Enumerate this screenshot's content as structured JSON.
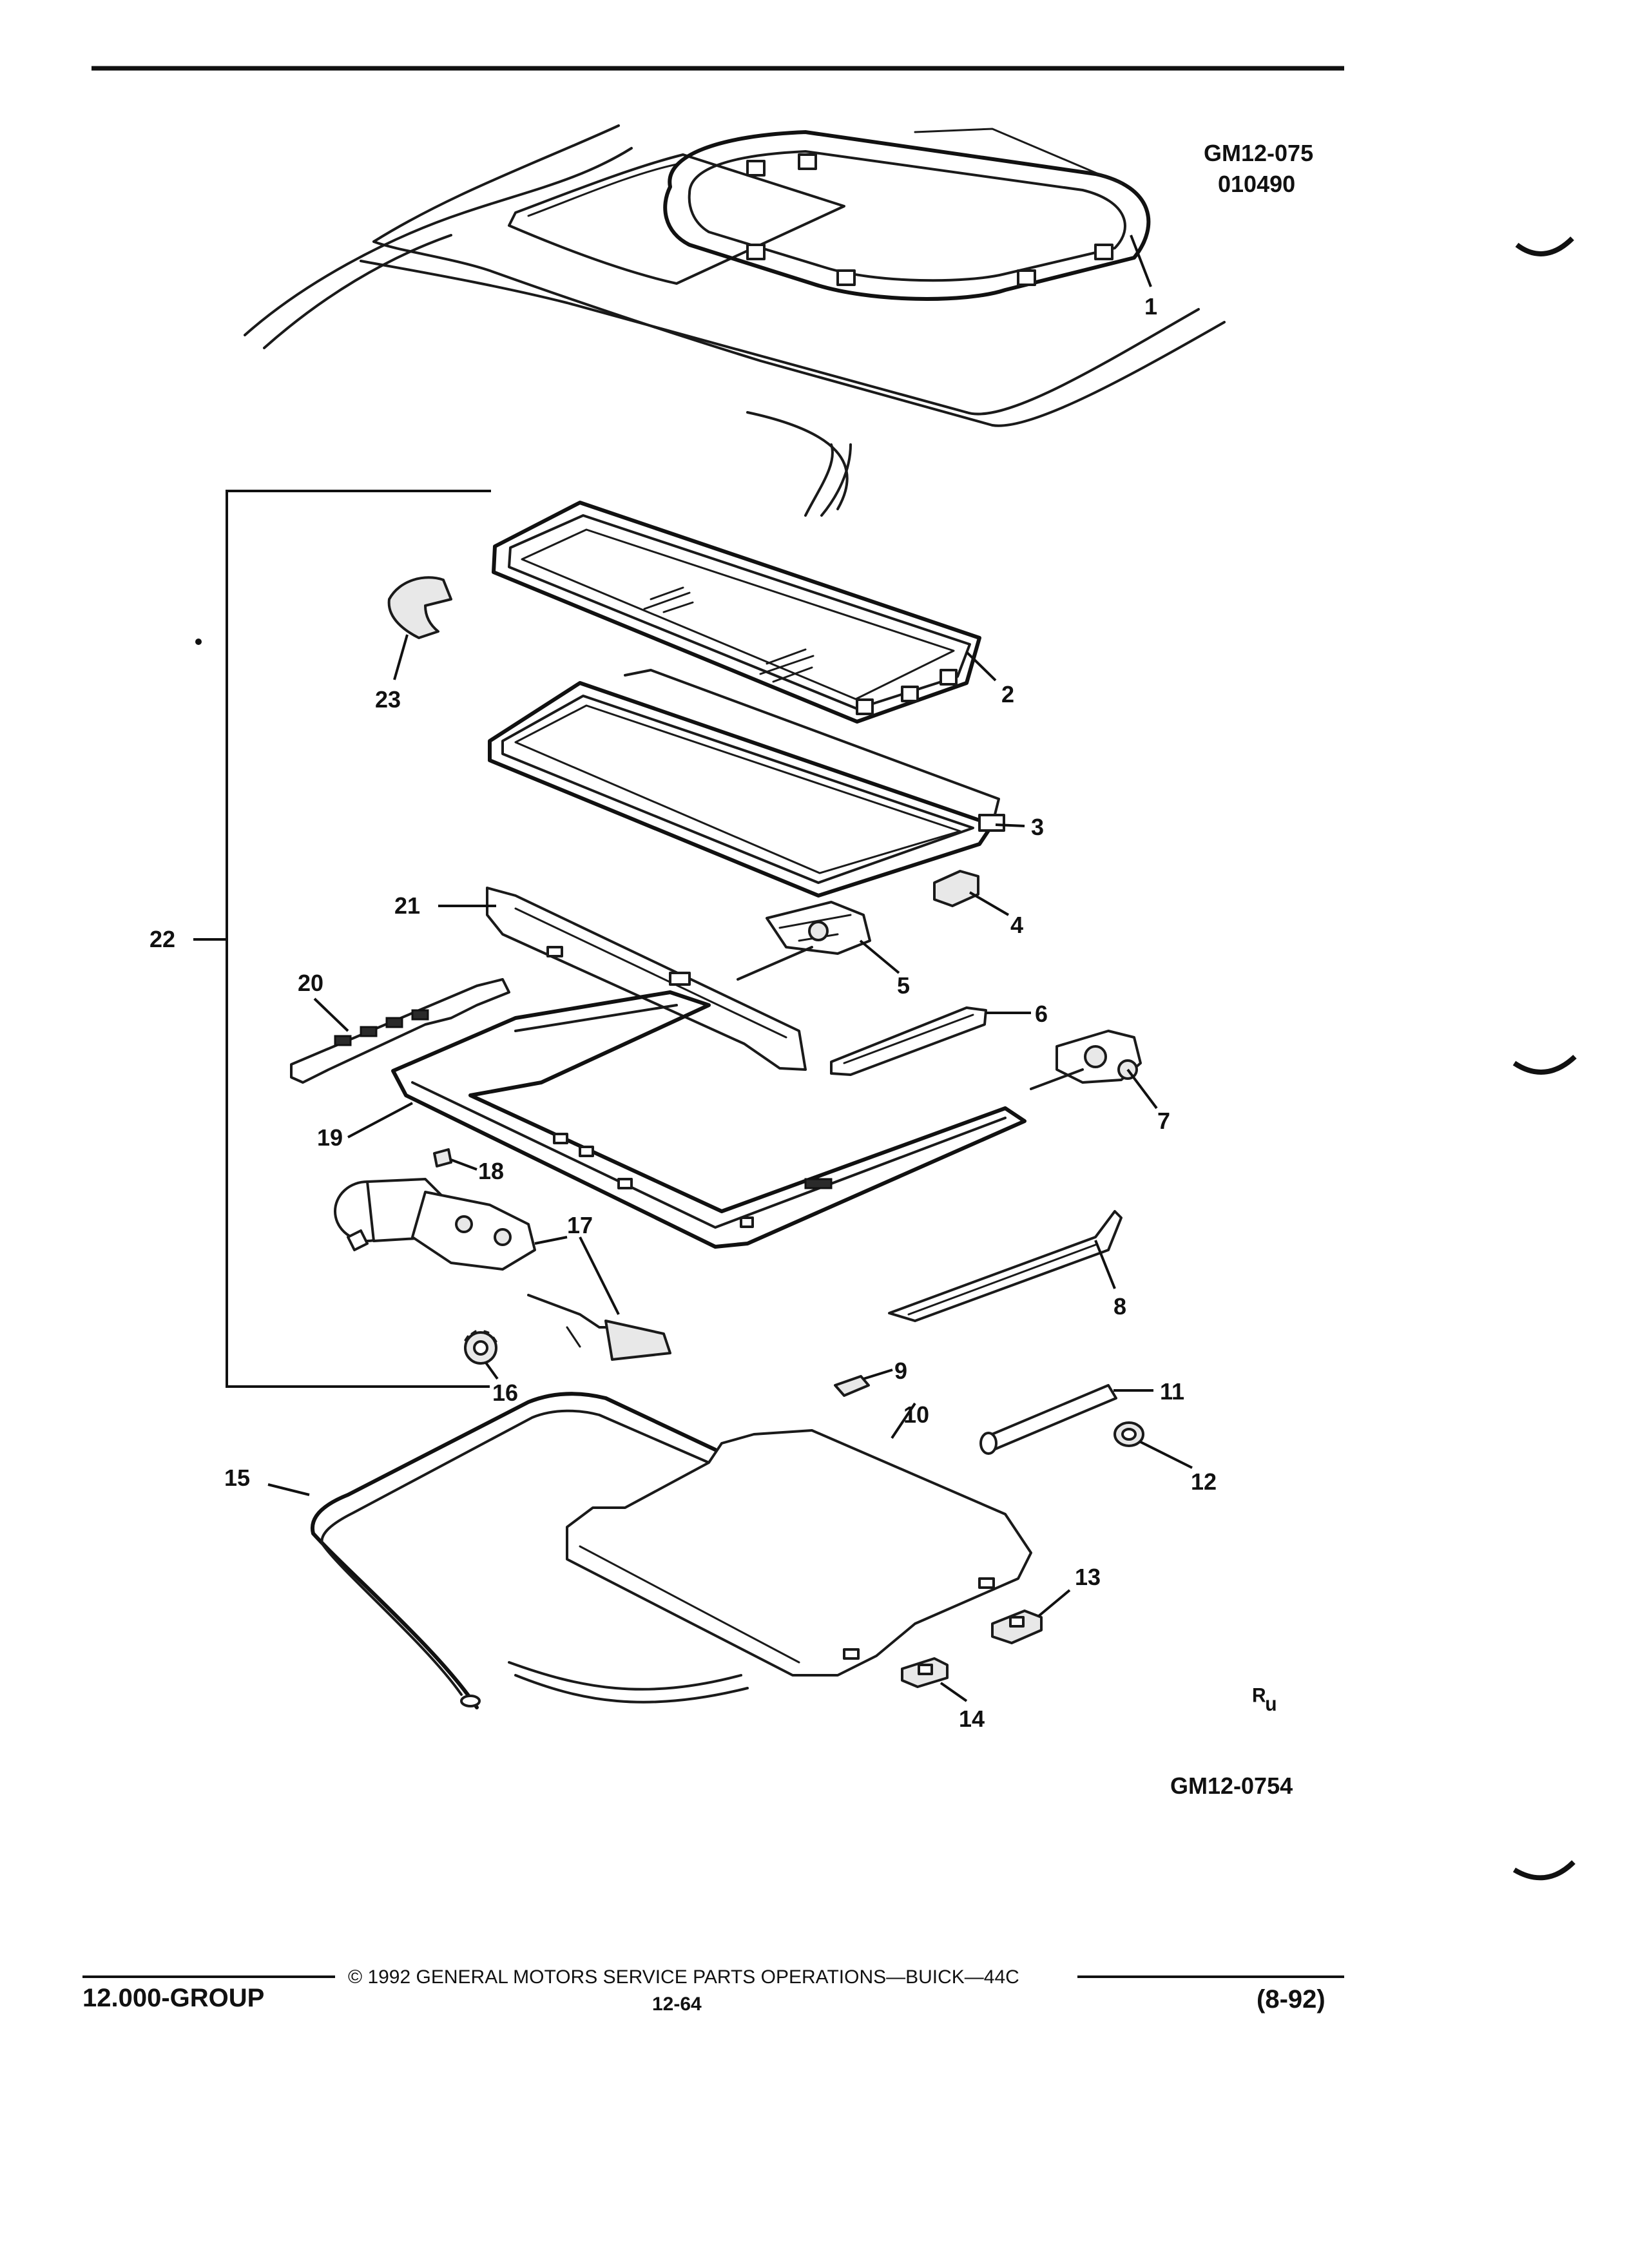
{
  "header": {
    "code_line1": "GM12-075",
    "code_line2": "010490"
  },
  "figure_code": "GM12-0754",
  "callouts": {
    "c1": "1",
    "c2": "2",
    "c3": "3",
    "c4": "4",
    "c5": "5",
    "c6": "6",
    "c7": "7",
    "c8": "8",
    "c9": "9",
    "c10": "10",
    "c11": "11",
    "c12": "12",
    "c13": "13",
    "c14": "14",
    "c15": "15",
    "c16": "16",
    "c17": "17",
    "c18": "18",
    "c19": "19",
    "c20": "20",
    "c21": "21",
    "c22": "22",
    "c23": "23"
  },
  "footer": {
    "copyright": "©  1992  GENERAL MOTORS SERVICE PARTS OPERATIONS—BUICK—44C",
    "group": "12.000-GROUP",
    "page": "12-64",
    "date": "(8-92)"
  },
  "mark": "ᴿᵤ"
}
